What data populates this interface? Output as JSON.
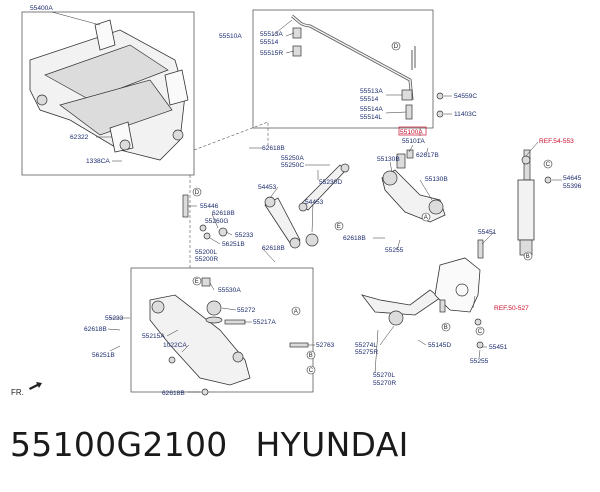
{
  "diagram": {
    "labels": [
      "55400A",
      "55510A",
      "55513A",
      "55514",
      "55515R",
      "55513A",
      "55514",
      "55514A",
      "55514L",
      "54559C",
      "11403C",
      "55100A",
      "55101A",
      "62617B",
      "REF.54-553",
      "54645",
      "55396",
      "62322",
      "1338CA",
      "62618B",
      "55250A",
      "55250C",
      "55230D",
      "55130B",
      "55130B",
      "54453",
      "54453",
      "55446",
      "62618B",
      "55260G",
      "55233",
      "56251B",
      "62618B",
      "55200L",
      "55200R",
      "62618B",
      "55255",
      "55451",
      "55530A",
      "REF.50-527",
      "55233",
      "62618B",
      "56251B",
      "55272",
      "55217A",
      "55215A",
      "1022CA",
      "52763",
      "55274L",
      "55275R",
      "55145D",
      "55451",
      "55255",
      "55270L",
      "55270R",
      "62618B"
    ],
    "markers": [
      "D",
      "D",
      "A",
      "B",
      "C",
      "E",
      "E",
      "A",
      "B",
      "C",
      "C",
      "B"
    ],
    "fr_label": "FR."
  },
  "part_number": "55100G2100",
  "brand": "HYUNDAI",
  "colors": {
    "label": "#1d2c6e",
    "highlight": "#c8102e",
    "line": "#333333"
  }
}
